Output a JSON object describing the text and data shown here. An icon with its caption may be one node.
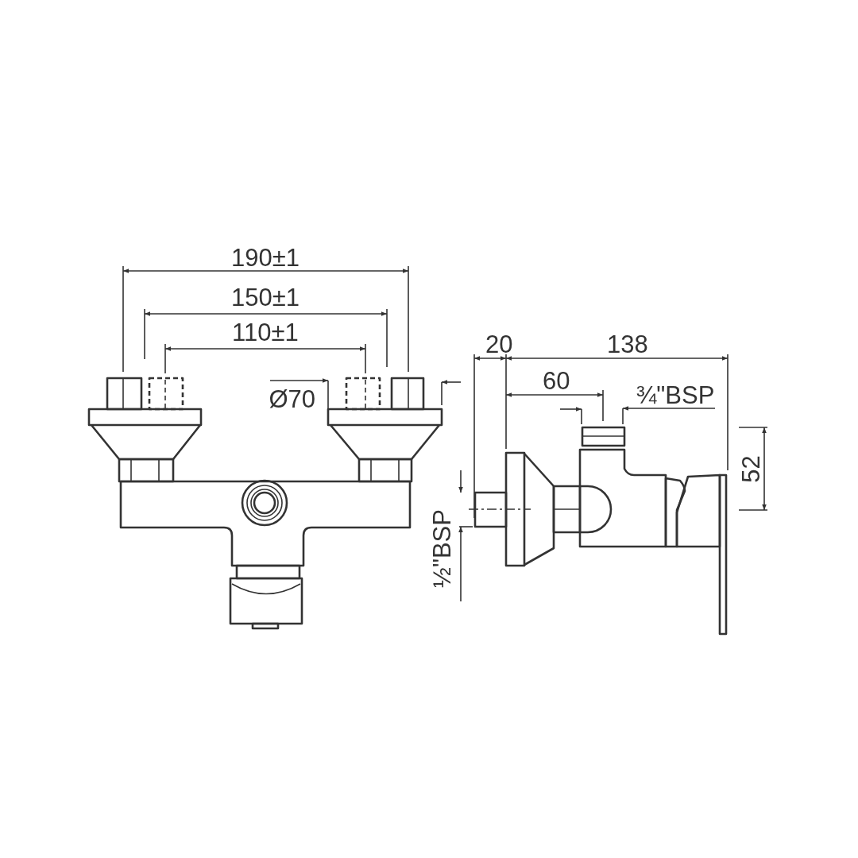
{
  "diagram": {
    "labels": [
      "190±1",
      "150±1",
      "110±1",
      "20",
      "138",
      "60",
      "Ø70",
      "¾\"BSP",
      "52",
      "½\"BSP"
    ]
  }
}
